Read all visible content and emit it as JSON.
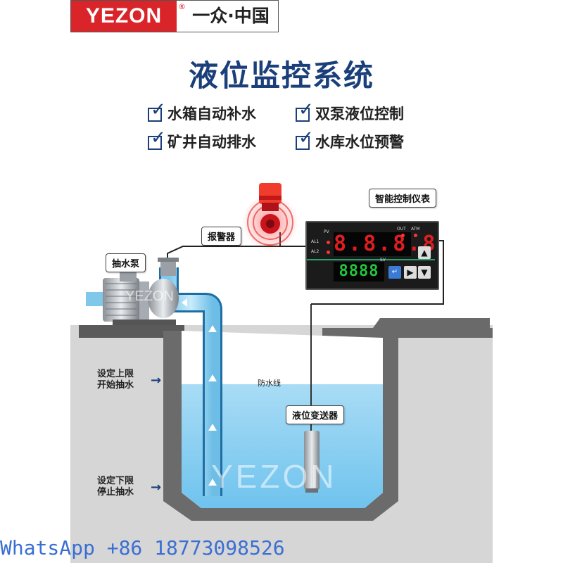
{
  "brand": {
    "logo_text": "YEZON",
    "reg_mark": "®",
    "logo_cn": "一众·中国"
  },
  "title": "液位监控系统",
  "features": [
    "水箱自动补水",
    "双泵液位控制",
    "矿井自动排水",
    "水库水位预警"
  ],
  "labels": {
    "controller": "智能控制仪表",
    "alarm": "报警器",
    "pump": "抽水泵",
    "transmitter": "液位变送器",
    "waterline": "防水线",
    "upper_limit": [
      "设定上限",
      "开始抽水"
    ],
    "lower_limit": [
      "设定下限",
      "停止抽水"
    ]
  },
  "controller": {
    "pv_label": "PV",
    "sv_label": "SV",
    "al1": "AL1",
    "al2": "AL2",
    "out": "OUT",
    "atm": "ATM",
    "pv_value": "8.8.8.8",
    "sv_value": "8888"
  },
  "watermark": "YEZON",
  "pump_watermark": "YEZON",
  "footer": "WhatsApp +86 18773098526",
  "colors": {
    "brand_red": "#d9252a",
    "title_blue": "#1a3f7a",
    "water": "#8fd0f2",
    "ground": "#d9d9d9",
    "footer": "#3b6fd1"
  }
}
